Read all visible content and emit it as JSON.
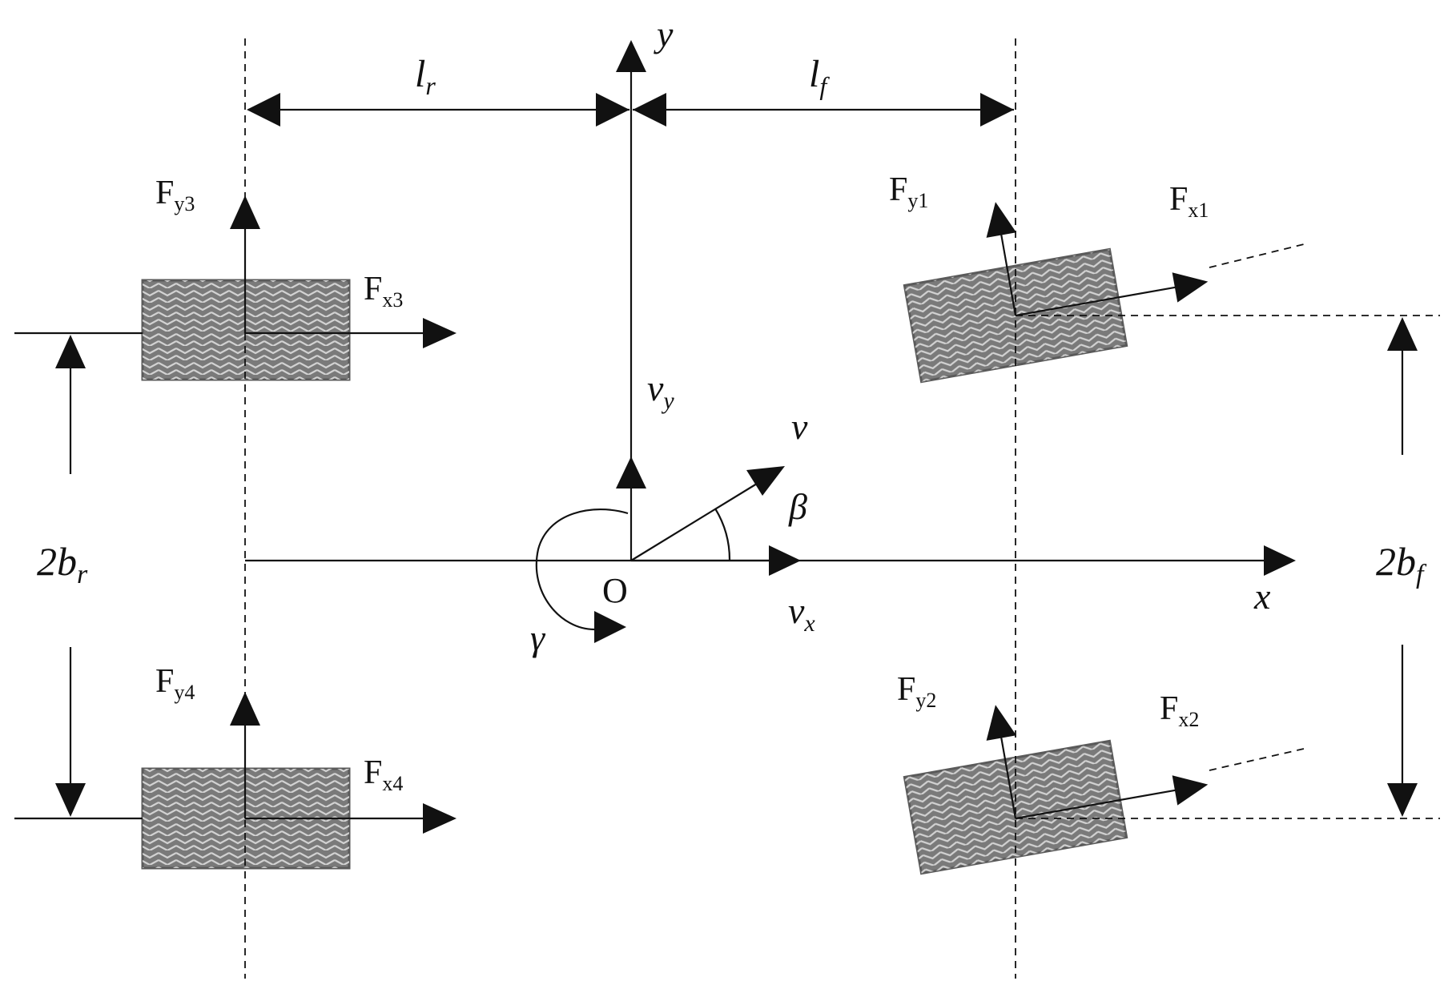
{
  "diagram": {
    "axes": {
      "x": "x",
      "y": "y",
      "origin": "O"
    },
    "dimensions": {
      "lr": {
        "main": "l",
        "sub": "r"
      },
      "lf": {
        "main": "l",
        "sub": "f"
      },
      "br": {
        "main": "2b",
        "sub": "r"
      },
      "bf": {
        "main": "2b",
        "sub": "f"
      }
    },
    "velocities": {
      "v": "v",
      "vx": {
        "main": "v",
        "sub": "x"
      },
      "vy": {
        "main": "v",
        "sub": "y"
      },
      "beta": "β",
      "gamma": "γ"
    },
    "forces": {
      "fx1": {
        "main": "F",
        "sub": "x1"
      },
      "fy1": {
        "main": "F",
        "sub": "y1"
      },
      "fx2": {
        "main": "F",
        "sub": "x2"
      },
      "fy2": {
        "main": "F",
        "sub": "y2"
      },
      "fx3": {
        "main": "F",
        "sub": "x3"
      },
      "fy3": {
        "main": "F",
        "sub": "y3"
      },
      "fx4": {
        "main": "F",
        "sub": "x4"
      },
      "fy4": {
        "main": "F",
        "sub": "y4"
      }
    },
    "wheels": [
      {
        "name": "front-left-wheel",
        "steer_deg": 10
      },
      {
        "name": "front-right-wheel",
        "steer_deg": 10
      },
      {
        "name": "rear-left-wheel",
        "steer_deg": 0
      },
      {
        "name": "rear-right-wheel",
        "steer_deg": 0
      }
    ],
    "colors": {
      "ink": "#111111",
      "tire": "#7a7a7a",
      "tire_edge": "#5a5a5a"
    }
  }
}
